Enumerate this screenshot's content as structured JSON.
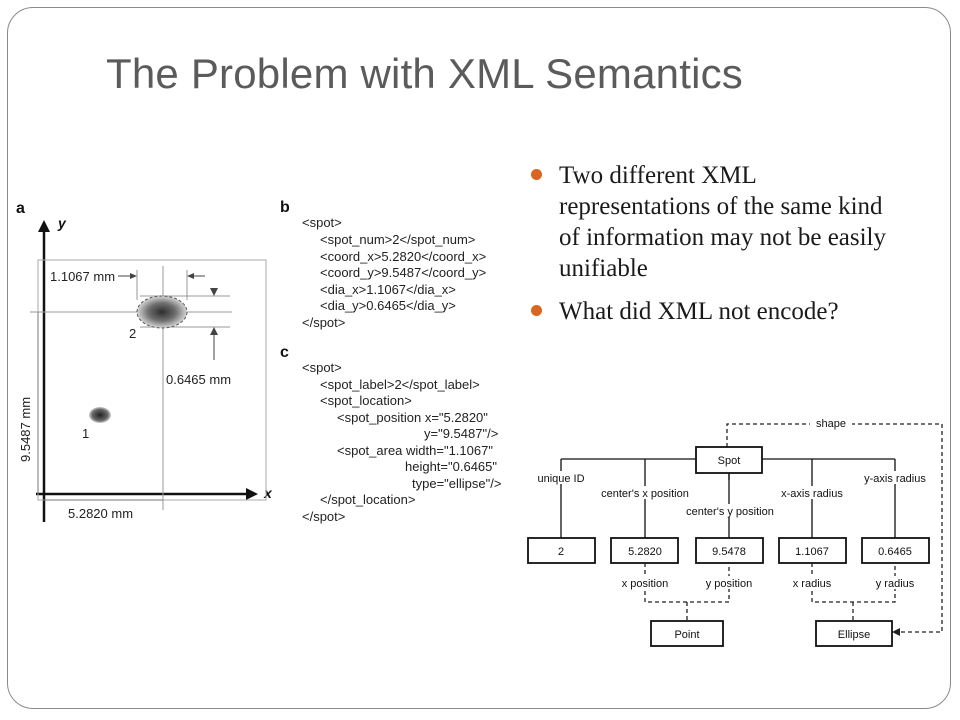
{
  "title": "The Problem with XML Semantics",
  "bullets": [
    "Two different XML representations of the same kind of information may not be easily unifiable",
    "What did XML not encode?"
  ],
  "accent_color": "#d9651f",
  "panel_a": {
    "letter": "a",
    "y_axis": "y",
    "x_axis": "x",
    "dim_dia_x": "1.1067 mm",
    "dim_dia_y": "0.6465 mm",
    "dim_coord_y": "9.5487 mm",
    "dim_coord_x": "5.2820 mm",
    "spot2_label": "2",
    "spot1_label": "1"
  },
  "panel_b": {
    "letter": "b",
    "lines": [
      "<spot>",
      "<spot_num>2</spot_num>",
      "<coord_x>5.2820</coord_x>",
      "<coord_y>9.5487</coord_y>",
      "<dia_x>1.1067</dia_x>",
      "<dia_y>0.6465</dia_y>",
      "</spot>"
    ]
  },
  "panel_c": {
    "letter": "c",
    "lines": [
      "<spot>",
      "<spot_label>2</spot_label>",
      "<spot_location>",
      "<spot_position x=\"5.2820\"",
      "y=\"9.5487\"/>",
      "<spot_area width=\"1.1067\"",
      "height=\"0.6465\"",
      "type=\"ellipse\"/>",
      "</spot_location>",
      "</spot>"
    ]
  },
  "graph": {
    "shape_label": "shape",
    "spot": "Spot",
    "edges": {
      "unique_id": "unique ID",
      "center_x": "center's x position",
      "center_y": "center's y position",
      "x_radius": "x-axis radius",
      "y_radius": "y-axis radius"
    },
    "values": [
      "2",
      "5.2820",
      "9.5478",
      "1.1067",
      "0.6465"
    ],
    "lower": {
      "x_position": "x position",
      "y_position": "y position",
      "x_radius": "x radius",
      "y_radius": "y radius"
    },
    "point": "Point",
    "ellipse": "Ellipse"
  }
}
